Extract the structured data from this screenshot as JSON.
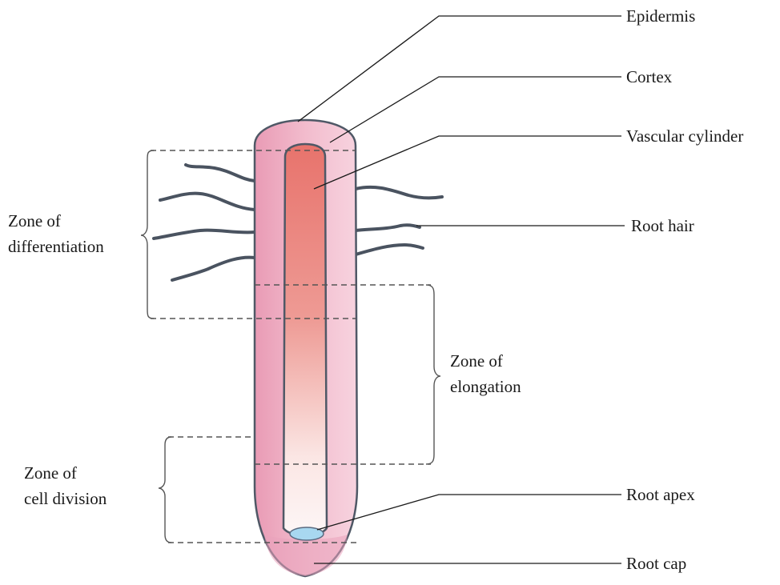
{
  "labels": {
    "epidermis": "Epidermis",
    "cortex": "Cortex",
    "vascular_cylinder": "Vascular cylinder",
    "root_hair": "Root hair",
    "root_apex": "Root apex",
    "root_cap": "Root cap"
  },
  "zones": {
    "differentiation": [
      "Zone of",
      "differentiation"
    ],
    "elongation": [
      "Zone of",
      "elongation"
    ],
    "cell_division": [
      "Zone of",
      "cell division"
    ]
  },
  "colors": {
    "cortex": "#eeaec3",
    "vascular_top": "#e8736c",
    "vascular_bottom": "#fdf3f3",
    "outline": "#4f5866",
    "root_apex": "#a8d8f0"
  }
}
